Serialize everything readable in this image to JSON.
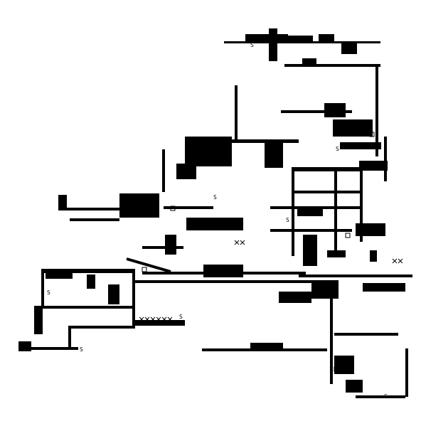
{
  "meta": {
    "domain": "Game",
    "kind": "roguelike-map",
    "theme": "monochrome"
  },
  "palette": {
    "background": "#ffffff",
    "wall": "#000000",
    "glyph_on_black": "#ffffff",
    "glyph_on_white": "#000000"
  },
  "legend": {
    "symbols": [
      {
        "char": "S",
        "meaning": "start-or-spawn"
      },
      {
        "char": "x",
        "meaning": "crate-or-trap"
      },
      {
        "char": "◻",
        "meaning": "door-or-marker"
      }
    ]
  }
}
